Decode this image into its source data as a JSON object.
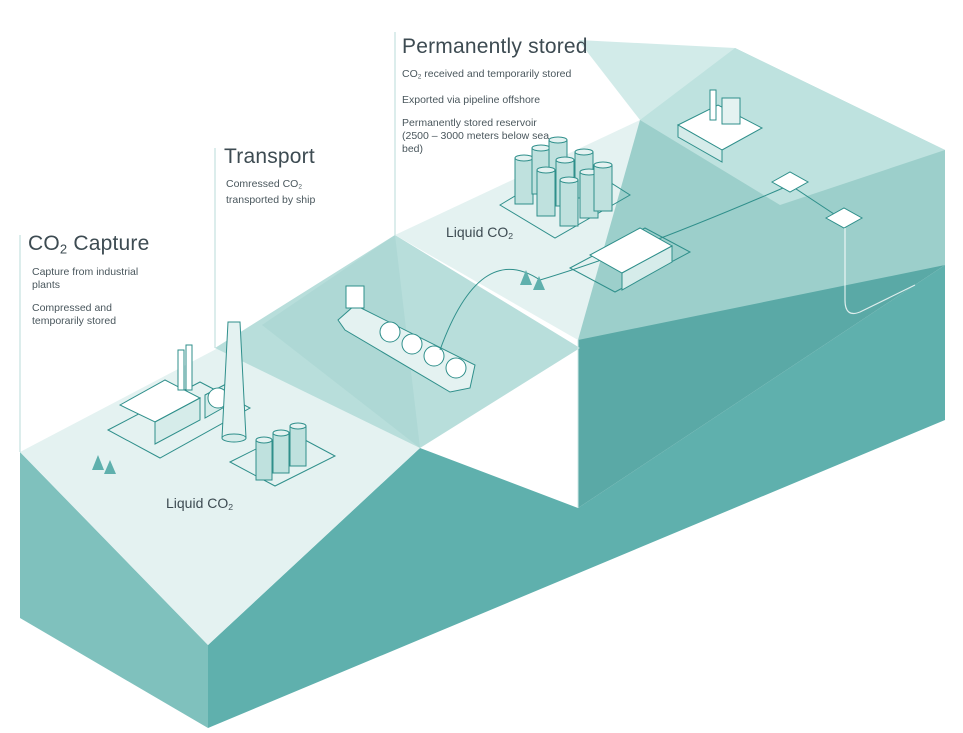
{
  "sections": {
    "capture": {
      "title_main": "CO",
      "title_sub": "2",
      "title_rest": " Capture",
      "lines": [
        "Capture from industrial plants",
        "Compressed and temporarily stored"
      ]
    },
    "transport": {
      "title": "Transport",
      "line1_pre": "Comressed CO",
      "line1_sub": "2",
      "line2": "transported by ship"
    },
    "storage": {
      "title": "Permanently stored",
      "line1_pre": "CO",
      "line1_sub": "2",
      "line1_post": " received and temporarily stored",
      "line2": "Exported via pipeline offshore",
      "line3": "Permanently stored reservoir (2500 – 3000 meters below sea bed)"
    }
  },
  "tank_labels": {
    "capture": {
      "main": "Liquid CO",
      "sub": "2"
    },
    "storage": {
      "main": "Liquid CO",
      "sub": "2"
    }
  },
  "colors": {
    "soil_front": "#5fb0ad",
    "soil_side": "#7fc1bd",
    "ground_top": "#e4f2f1",
    "sea": "#a9d6d3",
    "sea_deep": "#8cc8c4",
    "line": "#2f8f8b"
  }
}
